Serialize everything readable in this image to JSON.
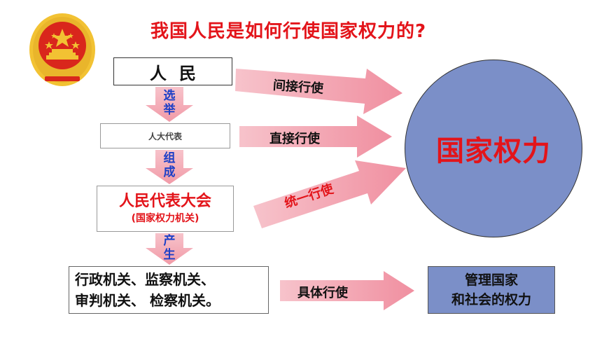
{
  "title": "我国人民是如何行使国家权力的?",
  "boxes": {
    "people": "人民",
    "npc_deputies": "人大代表",
    "npc_line1": "人民代表大会",
    "npc_line2": "(国家权力机关)",
    "state_organs_line1": "行政机关、监察机关、",
    "state_organs_line2": "审判机关、 检察机关。",
    "manage_line1": "管理国家",
    "manage_line2": "和社会的权力",
    "state_power": "国家权力"
  },
  "vertical_labels": {
    "elect": [
      "选",
      "举"
    ],
    "form": [
      "组",
      "成"
    ],
    "produce": [
      "产",
      "生"
    ]
  },
  "arrow_labels": {
    "indirect": "间接行使",
    "direct": "直接行使",
    "unified": "统一行使",
    "specific": "具体行使"
  },
  "colors": {
    "title_red": "#e3141a",
    "arrow_pink": "#f3a2ad",
    "circle_blue": "#7b8fc8",
    "label_blue": "#1c3fc7",
    "emblem_red": "#d9261c",
    "emblem_gold": "#f2c233"
  },
  "icons": {
    "emblem": "national-emblem-icon"
  }
}
